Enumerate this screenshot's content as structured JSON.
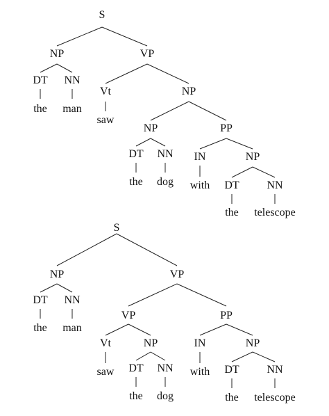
{
  "trees": [
    {
      "id": "tree1",
      "nodes": {
        "s": "S",
        "np1": "NP",
        "vp": "VP",
        "dt1": "DT",
        "nn1": "NN",
        "w_the1": "the",
        "w_man": "man",
        "vt": "Vt",
        "w_saw": "saw",
        "np2": "NP",
        "np3": "NP",
        "pp": "PP",
        "dt2": "DT",
        "nn2": "NN",
        "w_the2": "the",
        "w_dog": "dog",
        "in": "IN",
        "w_with": "with",
        "np4": "NP",
        "dt3": "DT",
        "nn3": "NN",
        "w_the3": "the",
        "w_telescope": "telescope"
      }
    },
    {
      "id": "tree2",
      "nodes": {
        "s": "S",
        "np1": "NP",
        "vp1": "VP",
        "dt1": "DT",
        "nn1": "NN",
        "w_the1": "the",
        "w_man": "man",
        "vp2": "VP",
        "pp": "PP",
        "vt": "Vt",
        "w_saw": "saw",
        "np2": "NP",
        "dt2": "DT",
        "nn2": "NN",
        "w_the2": "the",
        "w_dog": "dog",
        "in": "IN",
        "w_with": "with",
        "np3": "NP",
        "dt3": "DT",
        "nn3": "NN",
        "w_the3": "the",
        "w_telescope": "telescope"
      }
    }
  ]
}
